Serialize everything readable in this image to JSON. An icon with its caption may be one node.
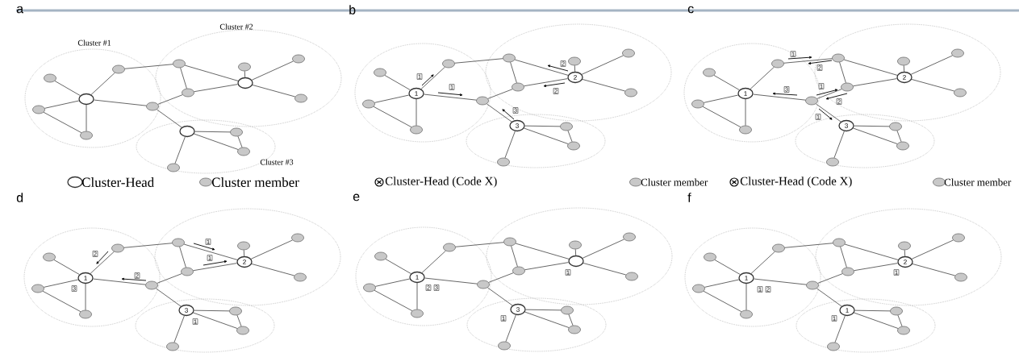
{
  "diagram": {
    "nodes": [
      {
        "text": [],
        "shape": "ring"
      },
      {
        "text": [],
        "shape": "circle"
      },
      {
        "text": [],
        "shape": "circle"
      },
      {
        "text": [],
        "shape": "circle"
      },
      {
        "text": [],
        "shape": "circle"
      },
      {
        "text": [],
        "shape": "circle"
      },
      {
        "text": [],
        "shape": "circle"
      },
      {
        "text": [],
        "shape": "circle"
      },
      {
        "text": [],
        "shape": "ring"
      },
      {
        "text": [],
        "shape": "circle"
      },
      {
        "text": [],
        "shape": "circle"
      },
      {
        "text": [],
        "shape": "circle"
      },
      {
        "text": [],
        "shape": "ring"
      },
      {
        "text": [],
        "shape": "circle"
      },
      {
        "text": [],
        "shape": "circle"
      },
      {
        "text": [],
        "shape": "circle"
      },
      {
        "text": [
          "1"
        ]
      },
      {
        "text": [],
        "shape": "circle"
      },
      {
        "text": [],
        "shape": "circle"
      },
      {
        "text": [],
        "shape": "circle"
      },
      {
        "text": [],
        "shape": "circle"
      },
      {
        "text": [],
        "shape": "circle"
      },
      {
        "text": [],
        "shape": "circle"
      },
      {
        "text": [],
        "shape": "circle"
      },
      {
        "text": [
          "2"
        ]
      },
      {
        "text": [],
        "shape": "circle"
      },
      {
        "text": [],
        "shape": "circle"
      },
      {
        "text": [],
        "shape": "circle"
      },
      {
        "text": [
          "3"
        ]
      },
      {
        "text": [],
        "shape": "circle"
      },
      {
        "text": [],
        "shape": "circle"
      },
      {
        "text": [],
        "shape": "circle"
      },
      {
        "text": [
          "1"
        ]
      },
      {
        "text": [],
        "shape": "circle"
      },
      {
        "text": [],
        "shape": "circle"
      },
      {
        "text": [],
        "shape": "circle"
      },
      {
        "text": [],
        "shape": "circle"
      },
      {
        "text": [],
        "shape": "circle"
      },
      {
        "text": [],
        "shape": "circle"
      },
      {
        "text": [],
        "shape": "circle"
      },
      {
        "text": [
          "2"
        ]
      },
      {
        "text": [],
        "shape": "circle"
      },
      {
        "text": [],
        "shape": "circle"
      },
      {
        "text": [],
        "shape": "circle"
      },
      {
        "text": [
          "3"
        ]
      },
      {
        "text": [],
        "shape": "circle"
      },
      {
        "text": [],
        "shape": "circle"
      },
      {
        "text": [],
        "shape": "circle"
      },
      {
        "text": [
          "1"
        ],
        "beside": [
          "3"
        ]
      },
      {
        "text": [],
        "shape": "circle"
      },
      {
        "text": [],
        "shape": "circle"
      },
      {
        "text": [],
        "shape": "circle"
      },
      {
        "text": [],
        "shape": "circle"
      },
      {
        "text": [],
        "shape": "circle"
      },
      {
        "text": [],
        "shape": "circle"
      },
      {
        "text": [],
        "shape": "circle"
      },
      {
        "text": [
          "2"
        ]
      },
      {
        "text": [],
        "shape": "circle"
      },
      {
        "text": [],
        "shape": "circle"
      },
      {
        "text": [],
        "shape": "circle"
      },
      {
        "text": [
          "3"
        ],
        "beside": [
          "1"
        ]
      },
      {
        "text": [],
        "shape": "circle"
      },
      {
        "text": [],
        "shape": "circle"
      },
      {
        "text": [],
        "shape": "circle"
      },
      {
        "text": [
          "1"
        ],
        "beside": [
          "2",
          "3"
        ]
      },
      {
        "text": [],
        "shape": "circle"
      },
      {
        "text": [],
        "shape": "circle"
      },
      {
        "text": [],
        "shape": "circle"
      },
      {
        "text": [],
        "shape": "circle"
      },
      {
        "text": [],
        "shape": "circle"
      },
      {
        "text": [],
        "shape": "circle"
      },
      {
        "text": [],
        "shape": "circle"
      },
      {
        "text": [],
        "shape": "ring",
        "beside": [
          "1"
        ]
      },
      {
        "text": [],
        "shape": "circle"
      },
      {
        "text": [],
        "shape": "circle"
      },
      {
        "text": [],
        "shape": "circle"
      },
      {
        "text": [
          "3"
        ],
        "beside": [
          "1"
        ]
      },
      {
        "text": [],
        "shape": "circle"
      },
      {
        "text": [],
        "shape": "circle"
      },
      {
        "text": [],
        "shape": "circle"
      },
      {
        "text": [
          "1"
        ],
        "beside": [
          "1",
          "2"
        ]
      },
      {
        "text": [],
        "shape": "circle"
      },
      {
        "text": [],
        "shape": "circle"
      },
      {
        "text": [],
        "shape": "circle"
      },
      {
        "text": [],
        "shape": "circle"
      },
      {
        "text": [],
        "shape": "circle"
      },
      {
        "text": [],
        "shape": "circle"
      },
      {
        "text": [],
        "shape": "circle"
      },
      {
        "text": [
          "2"
        ],
        "beside": [
          "1"
        ]
      },
      {
        "text": [],
        "shape": "circle"
      },
      {
        "text": [],
        "shape": "circle"
      },
      {
        "text": [],
        "shape": "circle"
      },
      {
        "text": [
          "1"
        ],
        "beside": [
          "1"
        ]
      },
      {
        "text": [],
        "shape": "circle"
      },
      {
        "text": [],
        "shape": "circle"
      },
      {
        "text": [],
        "shape": "circle"
      }
    ],
    "edges": [
      {
        "from": 0,
        "to": 1,
        "arrow": "none"
      },
      {
        "from": 0,
        "to": 2,
        "arrow": "none"
      },
      {
        "from": 0,
        "to": 3,
        "arrow": "none"
      },
      {
        "from": 0,
        "to": 4,
        "arrow": "none"
      },
      {
        "from": 3,
        "to": 4,
        "arrow": "none"
      },
      {
        "from": 0,
        "to": 5,
        "arrow": "none"
      },
      {
        "from": 1,
        "to": 6,
        "arrow": "none"
      },
      {
        "from": 6,
        "to": 7,
        "arrow": "none"
      },
      {
        "from": 6,
        "to": 8,
        "arrow": "none"
      },
      {
        "from": 7,
        "to": 8,
        "arrow": "none"
      },
      {
        "from": 5,
        "to": 7,
        "arrow": "none"
      },
      {
        "from": 9,
        "to": 8,
        "arrow": "none"
      },
      {
        "from": 10,
        "to": 8,
        "arrow": "none"
      },
      {
        "from": 11,
        "to": 8,
        "arrow": "none"
      },
      {
        "from": 5,
        "to": 12,
        "arrow": "none"
      },
      {
        "from": 12,
        "to": 13,
        "arrow": "none"
      },
      {
        "from": 12,
        "to": 14,
        "arrow": "none"
      },
      {
        "from": 13,
        "to": 14,
        "arrow": "none"
      },
      {
        "from": 12,
        "to": 15,
        "arrow": "none"
      },
      {
        "from": 16,
        "to": 17,
        "arrow": "none"
      },
      {
        "from": 16,
        "to": 18,
        "arrow": "none"
      },
      {
        "from": 16,
        "to": 19,
        "arrow": "none"
      },
      {
        "from": 16,
        "to": 20,
        "arrow": "none"
      },
      {
        "from": 19,
        "to": 20,
        "arrow": "none"
      },
      {
        "from": 16,
        "to": 21,
        "arrow": "none"
      },
      {
        "from": 17,
        "to": 22,
        "arrow": "none"
      },
      {
        "from": 22,
        "to": 23,
        "arrow": "none"
      },
      {
        "from": 22,
        "to": 24,
        "arrow": "none"
      },
      {
        "from": 23,
        "to": 24,
        "arrow": "none"
      },
      {
        "from": 21,
        "to": 23,
        "arrow": "none"
      },
      {
        "from": 25,
        "to": 24,
        "arrow": "none"
      },
      {
        "from": 26,
        "to": 24,
        "arrow": "none"
      },
      {
        "from": 27,
        "to": 24,
        "arrow": "none"
      },
      {
        "from": 21,
        "to": 28,
        "arrow": "none"
      },
      {
        "from": 28,
        "to": 29,
        "arrow": "none"
      },
      {
        "from": 28,
        "to": 30,
        "arrow": "none"
      },
      {
        "from": 29,
        "to": 30,
        "arrow": "none"
      },
      {
        "from": 28,
        "to": 31,
        "arrow": "none"
      },
      {
        "from": 32,
        "to": 33,
        "arrow": "none"
      },
      {
        "from": 32,
        "to": 34,
        "arrow": "none"
      },
      {
        "from": 32,
        "to": 35,
        "arrow": "none"
      },
      {
        "from": 32,
        "to": 36,
        "arrow": "none"
      },
      {
        "from": 35,
        "to": 36,
        "arrow": "none"
      },
      {
        "from": 32,
        "to": 37,
        "arrow": "none"
      },
      {
        "from": 33,
        "to": 38,
        "arrow": "none"
      },
      {
        "from": 38,
        "to": 39,
        "arrow": "none"
      },
      {
        "from": 38,
        "to": 40,
        "arrow": "none"
      },
      {
        "from": 39,
        "to": 40,
        "arrow": "none"
      },
      {
        "from": 37,
        "to": 39,
        "arrow": "none"
      },
      {
        "from": 41,
        "to": 40,
        "arrow": "none"
      },
      {
        "from": 42,
        "to": 40,
        "arrow": "none"
      },
      {
        "from": 43,
        "to": 40,
        "arrow": "none"
      },
      {
        "from": 37,
        "to": 44,
        "arrow": "none"
      },
      {
        "from": 44,
        "to": 45,
        "arrow": "none"
      },
      {
        "from": 44,
        "to": 46,
        "arrow": "none"
      },
      {
        "from": 45,
        "to": 46,
        "arrow": "none"
      },
      {
        "from": 44,
        "to": 47,
        "arrow": "none"
      },
      {
        "from": 48,
        "to": 49,
        "arrow": "none"
      },
      {
        "from": 48,
        "to": 50,
        "arrow": "none"
      },
      {
        "from": 48,
        "to": 51,
        "arrow": "none"
      },
      {
        "from": 48,
        "to": 52,
        "arrow": "none"
      },
      {
        "from": 51,
        "to": 52,
        "arrow": "none"
      },
      {
        "from": 48,
        "to": 53,
        "arrow": "none"
      },
      {
        "from": 49,
        "to": 54,
        "arrow": "none"
      },
      {
        "from": 54,
        "to": 55,
        "arrow": "none"
      },
      {
        "from": 54,
        "to": 56,
        "arrow": "none"
      },
      {
        "from": 55,
        "to": 56,
        "arrow": "none"
      },
      {
        "from": 53,
        "to": 55,
        "arrow": "none"
      },
      {
        "from": 57,
        "to": 56,
        "arrow": "none"
      },
      {
        "from": 58,
        "to": 56,
        "arrow": "none"
      },
      {
        "from": 59,
        "to": 56,
        "arrow": "none"
      },
      {
        "from": 53,
        "to": 60,
        "arrow": "none"
      },
      {
        "from": 60,
        "to": 61,
        "arrow": "none"
      },
      {
        "from": 60,
        "to": 62,
        "arrow": "none"
      },
      {
        "from": 61,
        "to": 62,
        "arrow": "none"
      },
      {
        "from": 60,
        "to": 63,
        "arrow": "none"
      },
      {
        "from": 64,
        "to": 65,
        "arrow": "none"
      },
      {
        "from": 64,
        "to": 66,
        "arrow": "none"
      },
      {
        "from": 64,
        "to": 67,
        "arrow": "none"
      },
      {
        "from": 64,
        "to": 68,
        "arrow": "none"
      },
      {
        "from": 67,
        "to": 68,
        "arrow": "none"
      },
      {
        "from": 64,
        "to": 69,
        "arrow": "none"
      },
      {
        "from": 65,
        "to": 70,
        "arrow": "none"
      },
      {
        "from": 70,
        "to": 71,
        "arrow": "none"
      },
      {
        "from": 70,
        "to": 72,
        "arrow": "none"
      },
      {
        "from": 71,
        "to": 72,
        "arrow": "none"
      },
      {
        "from": 69,
        "to": 71,
        "arrow": "none"
      },
      {
        "from": 73,
        "to": 72,
        "arrow": "none"
      },
      {
        "from": 74,
        "to": 72,
        "arrow": "none"
      },
      {
        "from": 75,
        "to": 72,
        "arrow": "none"
      },
      {
        "from": 69,
        "to": 76,
        "arrow": "none"
      },
      {
        "from": 76,
        "to": 77,
        "arrow": "none"
      },
      {
        "from": 76,
        "to": 78,
        "arrow": "none"
      },
      {
        "from": 77,
        "to": 78,
        "arrow": "none"
      },
      {
        "from": 76,
        "to": 79,
        "arrow": "none"
      },
      {
        "from": 80,
        "to": 81,
        "arrow": "none"
      },
      {
        "from": 80,
        "to": 82,
        "arrow": "none"
      },
      {
        "from": 80,
        "to": 83,
        "arrow": "none"
      },
      {
        "from": 80,
        "to": 84,
        "arrow": "none"
      },
      {
        "from": 83,
        "to": 84,
        "arrow": "none"
      },
      {
        "from": 80,
        "to": 85,
        "arrow": "none"
      },
      {
        "from": 81,
        "to": 86,
        "arrow": "none"
      },
      {
        "from": 86,
        "to": 87,
        "arrow": "none"
      },
      {
        "from": 86,
        "to": 88,
        "arrow": "none"
      },
      {
        "from": 87,
        "to": 88,
        "arrow": "none"
      },
      {
        "from": 85,
        "to": 87,
        "arrow": "none"
      },
      {
        "from": 89,
        "to": 88,
        "arrow": "none"
      },
      {
        "from": 90,
        "to": 88,
        "arrow": "none"
      },
      {
        "from": 91,
        "to": 88,
        "arrow": "none"
      },
      {
        "from": 85,
        "to": 92,
        "arrow": "none"
      },
      {
        "from": 92,
        "to": 93,
        "arrow": "none"
      },
      {
        "from": 92,
        "to": 94,
        "arrow": "none"
      },
      {
        "from": 93,
        "to": 94,
        "arrow": "none"
      },
      {
        "from": 92,
        "to": 95,
        "arrow": "none"
      }
    ],
    "labels": [
      "a",
      "Cluster #1",
      "Cluster #2",
      "Cluster #3",
      "b",
      "1",
      "1",
      "2",
      "2",
      "3",
      "c",
      "1",
      "2",
      "3",
      "1",
      "2",
      "1",
      "d",
      "2",
      "2",
      "1",
      "1",
      "e",
      "f"
    ],
    "legend": [
      {
        "text": "Cluster-Head"
      },
      {
        "text": "Cluster member"
      },
      {
        "text": "Cluster-Head (Code X)"
      },
      {
        "text": "Cluster member"
      },
      {
        "text": "Cluster-Head (Code X)"
      },
      {
        "text": "Cluster member"
      }
    ]
  }
}
